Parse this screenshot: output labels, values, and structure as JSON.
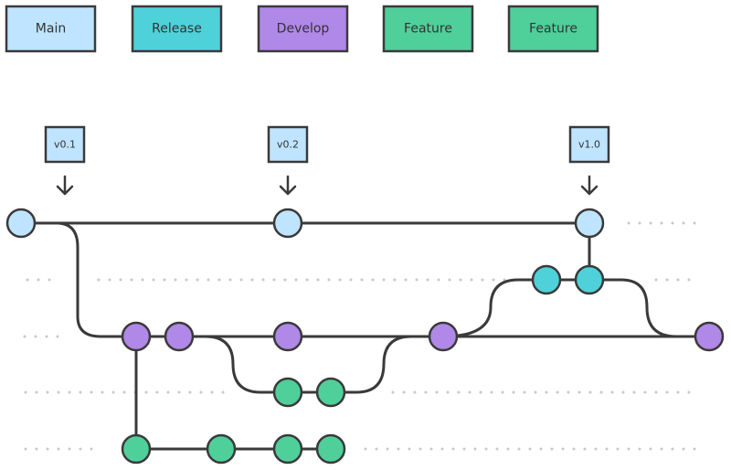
{
  "colors": {
    "main": "#bfe4ff",
    "release": "#4fd1d9",
    "develop": "#b088e8",
    "feature": "#4fcf9a",
    "stroke": "#3a3a3a",
    "dots": "#c8c8c8"
  },
  "legend": [
    {
      "label": "Main",
      "color": "main"
    },
    {
      "label": "Release",
      "color": "release"
    },
    {
      "label": "Develop",
      "color": "develop"
    },
    {
      "label": "Feature",
      "color": "feature"
    },
    {
      "label": "Feature",
      "color": "feature"
    }
  ],
  "tags": [
    {
      "label": "v0.1",
      "arrow_icon": "arrow-down-icon"
    },
    {
      "label": "v0.2",
      "arrow_icon": "arrow-down-icon"
    },
    {
      "label": "v1.0",
      "arrow_icon": "arrow-down-icon"
    }
  ],
  "branches": [
    "main",
    "release",
    "develop",
    "feature",
    "feature"
  ]
}
